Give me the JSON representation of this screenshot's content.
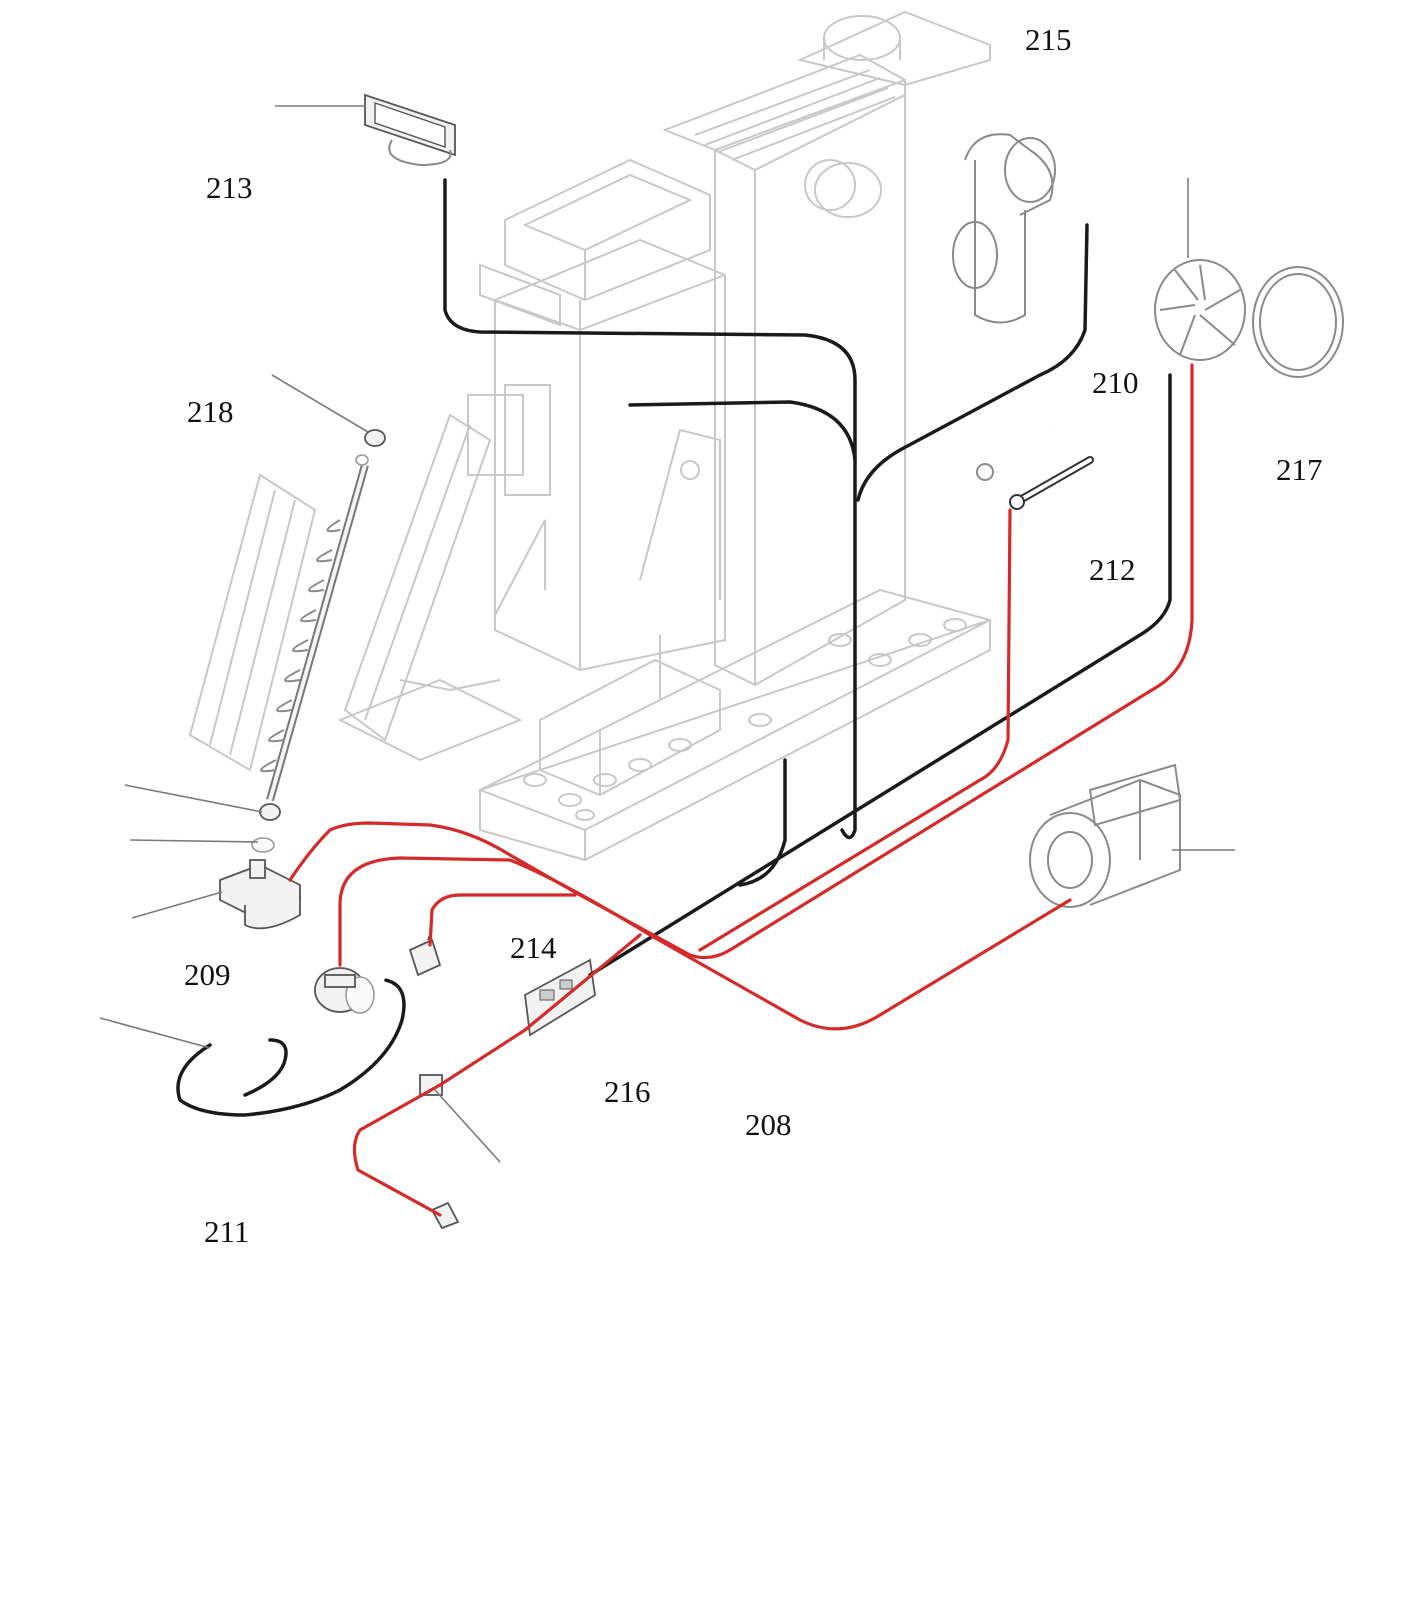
{
  "labels": {
    "l208": "208",
    "l209": "209",
    "l210": "210",
    "l211": "211",
    "l212": "212",
    "l213": "213",
    "l214": "214",
    "l215": "215",
    "l216": "216",
    "l217": "217",
    "l218": "218"
  },
  "colors": {
    "wire_black": "#1a1a1a",
    "wire_red": "#d42a2a",
    "outline": "#c8c8c8"
  }
}
